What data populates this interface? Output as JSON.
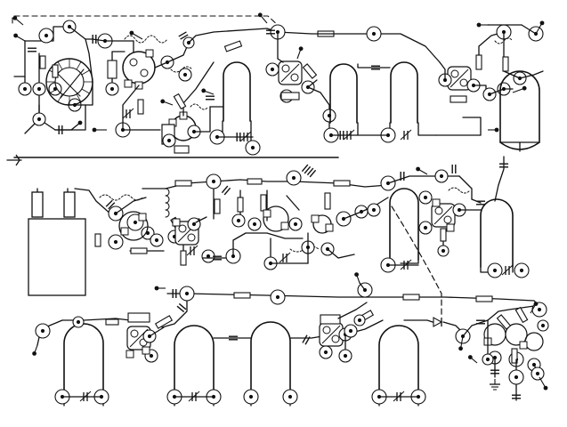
{
  "diagram": {
    "kind": "electronic-schematic",
    "legend": [],
    "colors": {
      "background": "#ffffff",
      "ink": "#111111"
    },
    "symbols": [
      "circle-node",
      "resistor",
      "capacitor",
      "diode",
      "inductor-coil",
      "ground",
      "battery",
      "u-loop-coil",
      "transformer-block",
      "probe-tap"
    ]
  }
}
